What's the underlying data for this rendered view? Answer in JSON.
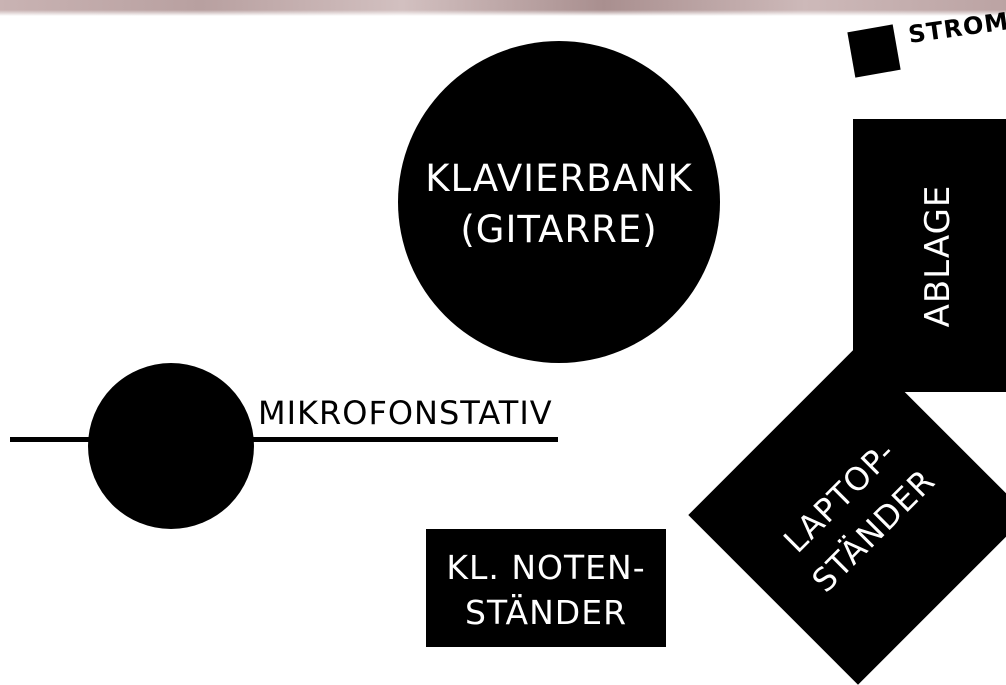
{
  "items": {
    "strom": {
      "label": "STROM"
    },
    "klavierbank": {
      "line1": "KLAVIERBANK",
      "line2": "(GITARRE)"
    },
    "ablage": {
      "label": "ABLAGE"
    },
    "mikrofonstativ": {
      "label": "MIKROFONSTATIV"
    },
    "notenstaender": {
      "line1": "KL. NOTEN-",
      "line2": "STÄNDER"
    },
    "laptopstaender": {
      "line1": "LAPTOP-",
      "line2": "STÄNDER"
    }
  },
  "colors": {
    "shape": "#000000",
    "background": "#ffffff",
    "text_on_shape": "#ffffff"
  }
}
